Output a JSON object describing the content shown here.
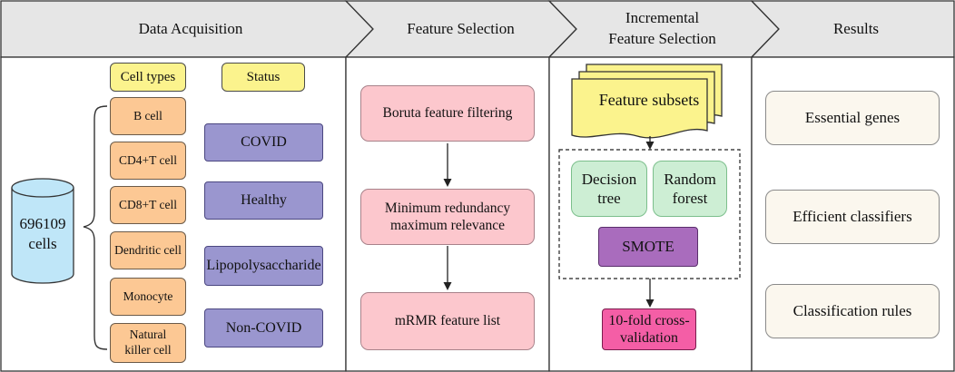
{
  "headers": {
    "data_acquisition": "Data Acquisition",
    "feature_selection": "Feature Selection",
    "ifs_line1": "Incremental",
    "ifs_line2": "Feature Selection",
    "results": "Results"
  },
  "acquisition": {
    "cell_types_title": "Cell types",
    "status_title": "Status",
    "cylinder_line1": "696109",
    "cylinder_line2": "cells",
    "cell_types": [
      "B cell",
      "CD4+T cell",
      "CD8+T cell",
      "Dendritic cell",
      "Monocyte",
      "Natural killer cell"
    ],
    "natural_killer_line1": "Natural",
    "natural_killer_line2": "killer cell",
    "statuses": [
      "COVID",
      "Healthy",
      "Lipopolysaccharide",
      "Non-COVID"
    ]
  },
  "feature_selection": {
    "boruta": "Boruta feature filtering",
    "mrmr_line1": "Minimum redundancy",
    "mrmr_line2": "maximum relevance",
    "mrmr_list": "mRMR feature list"
  },
  "ifs": {
    "feature_subsets": "Feature subsets",
    "dt_line1": "Decision",
    "dt_line2": "tree",
    "rf_line1": "Random",
    "rf_line2": "forest",
    "smote": "SMOTE",
    "cv_line1": "10-fold cross-",
    "cv_line2": "validation"
  },
  "results": {
    "items": [
      "Essential genes",
      "Efficient classifiers",
      "Classification rules"
    ]
  },
  "colors": {
    "header_fill": "#e6e6e6",
    "cylinder": "#bfe6f8",
    "cell_type": "#fcc894",
    "status": "#9a96cf",
    "feature_step": "#fcc7cd",
    "classifier": "#cdeed4",
    "smote": "#a96cbd",
    "cv": "#f45ea6",
    "result": "#fbf7ee",
    "label_box": "#fbf38d"
  }
}
